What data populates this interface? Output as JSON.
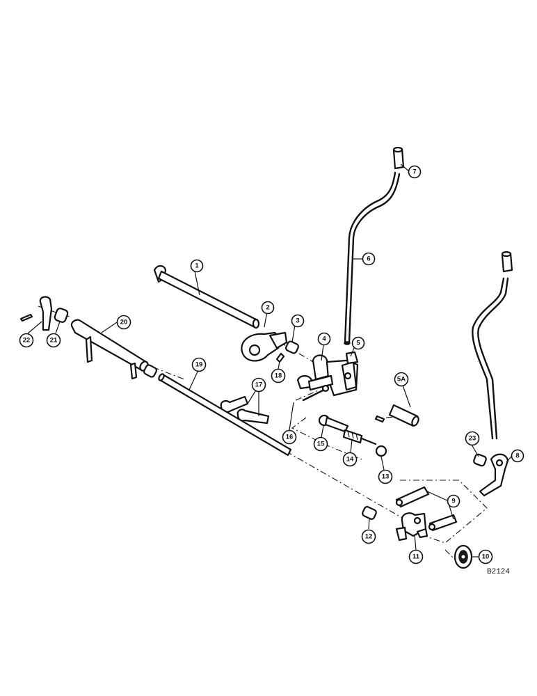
{
  "figure_id": "B2124",
  "callouts": [
    {
      "id": "c1",
      "label": "1"
    },
    {
      "id": "c2",
      "label": "2"
    },
    {
      "id": "c3",
      "label": "3"
    },
    {
      "id": "c4",
      "label": "4"
    },
    {
      "id": "c5",
      "label": "5"
    },
    {
      "id": "c5a",
      "label": "5A"
    },
    {
      "id": "c6",
      "label": "6"
    },
    {
      "id": "c7",
      "label": "7"
    },
    {
      "id": "c8",
      "label": "8"
    },
    {
      "id": "c9",
      "label": "9"
    },
    {
      "id": "c10",
      "label": "10"
    },
    {
      "id": "c11",
      "label": "11"
    },
    {
      "id": "c12",
      "label": "12"
    },
    {
      "id": "c13",
      "label": "13"
    },
    {
      "id": "c14",
      "label": "14"
    },
    {
      "id": "c15",
      "label": "15"
    },
    {
      "id": "c16",
      "label": "16"
    },
    {
      "id": "c17",
      "label": "17"
    },
    {
      "id": "c18",
      "label": "18"
    },
    {
      "id": "c19",
      "label": "19"
    },
    {
      "id": "c20",
      "label": "20"
    },
    {
      "id": "c21",
      "label": "21"
    },
    {
      "id": "c22",
      "label": "22"
    },
    {
      "id": "c23",
      "label": "23"
    }
  ]
}
